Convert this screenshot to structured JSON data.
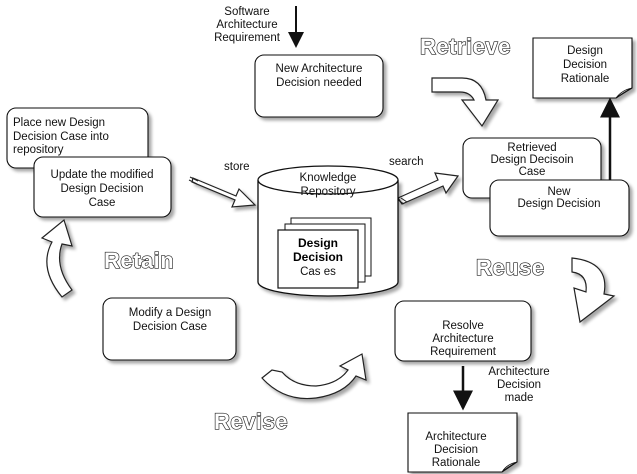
{
  "top_input": {
    "lines": [
      "Software",
      "Architecture",
      "Requirement"
    ]
  },
  "phases": {
    "retrieve": "Retrieve",
    "reuse": "Reuse",
    "revise": "Revise",
    "retain": "Retain"
  },
  "boxes": {
    "new_decision_needed": [
      "New Architecture",
      "Decision needed"
    ],
    "rationale_top": [
      "Design",
      "Decision",
      "Rationale"
    ],
    "retrieved_case": [
      "Retrieved",
      "Design Decisoin",
      "Case"
    ],
    "new_design_decision": [
      "New",
      "Design Decision"
    ],
    "place_new_case": [
      "Place new Design",
      "Decision Case into",
      "repository"
    ],
    "update_modified": [
      "Update the modified",
      "Design Decision",
      "Case"
    ],
    "modify_case": [
      "Modify a Design",
      "Decision Case"
    ],
    "resolve_requirement": [
      "Resolve",
      "Architecture",
      "Requirement"
    ],
    "rationale_bottom": [
      "Architecture",
      "Decision",
      "Rationale"
    ]
  },
  "repository": {
    "title": [
      "Knowledge",
      "Repository"
    ],
    "cases": [
      "Design",
      "Decision",
      "Cas es"
    ]
  },
  "arrow_labels": {
    "store": "store",
    "search": "search",
    "decision_made": [
      "Architecture",
      "Decision",
      "made"
    ]
  }
}
